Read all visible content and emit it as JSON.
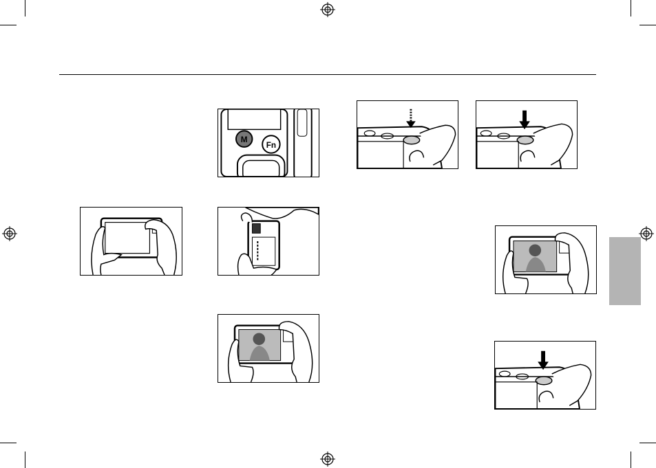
{
  "page": {
    "kind": "camera manual spread (illustration-only view)",
    "side_tab_color": "#b4b4b4"
  },
  "figures": [
    {
      "id": "fn-button-closeup",
      "button_labels": [
        "M",
        "Fn"
      ]
    },
    {
      "id": "shutter-half-press"
    },
    {
      "id": "shutter-full-press"
    },
    {
      "id": "holding-camera-horizontal"
    },
    {
      "id": "holding-camera-vertical"
    },
    {
      "id": "framing-portrait-horizontal"
    },
    {
      "id": "framing-portrait-horizontal-right"
    },
    {
      "id": "shutter-press-final"
    }
  ],
  "icons": [
    "registration-mark-icon",
    "crop-mark-icon",
    "down-arrow-icon",
    "dotted-down-arrow-icon"
  ]
}
